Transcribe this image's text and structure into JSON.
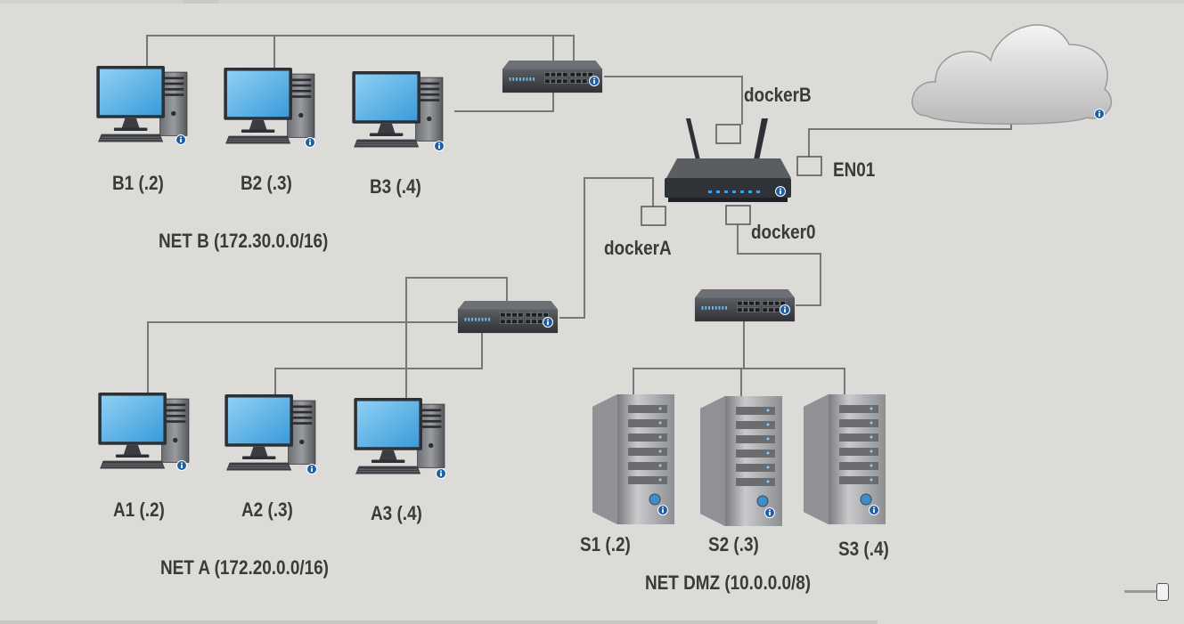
{
  "nodes": {
    "router": {
      "name": "router",
      "interfaces": {
        "dockerB": "dockerB",
        "en01": "EN01",
        "dockerA": "dockerA",
        "docker0": "docker0"
      }
    },
    "cloud": {
      "name": "internet"
    },
    "net_b": {
      "label": "NET B (172.30.0.0/16)",
      "hosts": [
        "B1 (.2)",
        "B2 (.3)",
        "B3 (.4)"
      ]
    },
    "net_a": {
      "label": "NET A (172.20.0.0/16)",
      "hosts": [
        "A1 (.2)",
        "A2 (.3)",
        "A3 (.4)"
      ]
    },
    "net_dmz": {
      "label": "NET DMZ (10.0.0.0/8)",
      "servers": [
        "S1 (.2)",
        "S2 (.3)",
        "S3 (.4)"
      ]
    }
  },
  "colors": {
    "background": "#dcdbd7",
    "link": "#777777",
    "screen": "#5fb3e6",
    "info_badge": "#1e5fa8",
    "device_dark": "#3c3f44"
  },
  "icons": {
    "workstation": "desktop-computer-icon",
    "server": "tower-server-icon",
    "switch": "network-switch-icon",
    "router": "wireless-router-icon",
    "cloud": "cloud-icon",
    "info": "info-badge-icon"
  }
}
